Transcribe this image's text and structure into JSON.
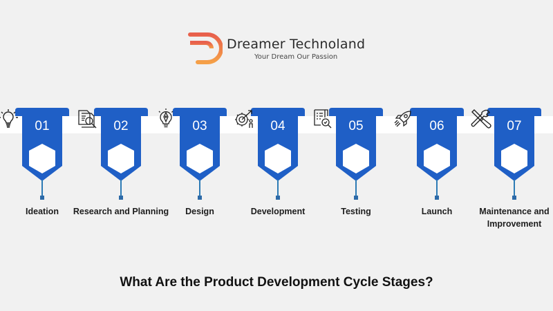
{
  "brand": {
    "name": "Dreamer Technoland",
    "tagline": "Your Dream Our Passion",
    "colors": {
      "logo_top": "#e8604c",
      "logo_bottom": "#f5a048"
    }
  },
  "colors": {
    "banner": "#1f5fc6",
    "band": "#ffffff",
    "background": "#f1f1f1",
    "connector": "#2d7bb5"
  },
  "stages": [
    {
      "number": "01",
      "label": "Ideation",
      "icon": "lightbulb-icon"
    },
    {
      "number": "02",
      "label": "Research and Planning",
      "icon": "document-search-icon"
    },
    {
      "number": "03",
      "label": "Design",
      "icon": "pen-bulb-icon"
    },
    {
      "number": "04",
      "label": "Development",
      "icon": "gear-growth-icon"
    },
    {
      "number": "05",
      "label": "Testing",
      "icon": "checklist-inspect-icon"
    },
    {
      "number": "06",
      "label": "Launch",
      "icon": "rocket-icon"
    },
    {
      "number": "07",
      "label": "Maintenance and Improvement",
      "icon": "tools-icon"
    }
  ],
  "title": "What Are the Product Development Cycle Stages?"
}
